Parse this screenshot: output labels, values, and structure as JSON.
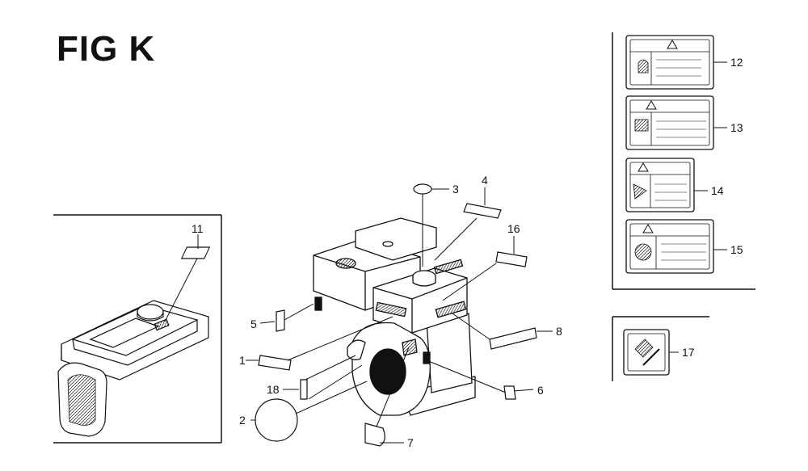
{
  "figure": {
    "title": "FIG K"
  },
  "callouts": [
    {
      "label": "1"
    },
    {
      "label": "2"
    },
    {
      "label": "3"
    },
    {
      "label": "4"
    },
    {
      "label": "5"
    },
    {
      "label": "6"
    },
    {
      "label": "7"
    },
    {
      "label": "8"
    },
    {
      "label": "11"
    },
    {
      "label": "12"
    },
    {
      "label": "13"
    },
    {
      "label": "14"
    },
    {
      "label": "15"
    },
    {
      "label": "16"
    },
    {
      "label": "17"
    },
    {
      "label": "18"
    }
  ],
  "colors": {
    "ink": "#111111",
    "paper": "#ffffff",
    "shade": "#222222"
  },
  "icons": [
    "warning-triangle-icon",
    "engine-icon",
    "fuel-tank-icon",
    "decal-icon",
    "fuel-can-icon"
  ]
}
